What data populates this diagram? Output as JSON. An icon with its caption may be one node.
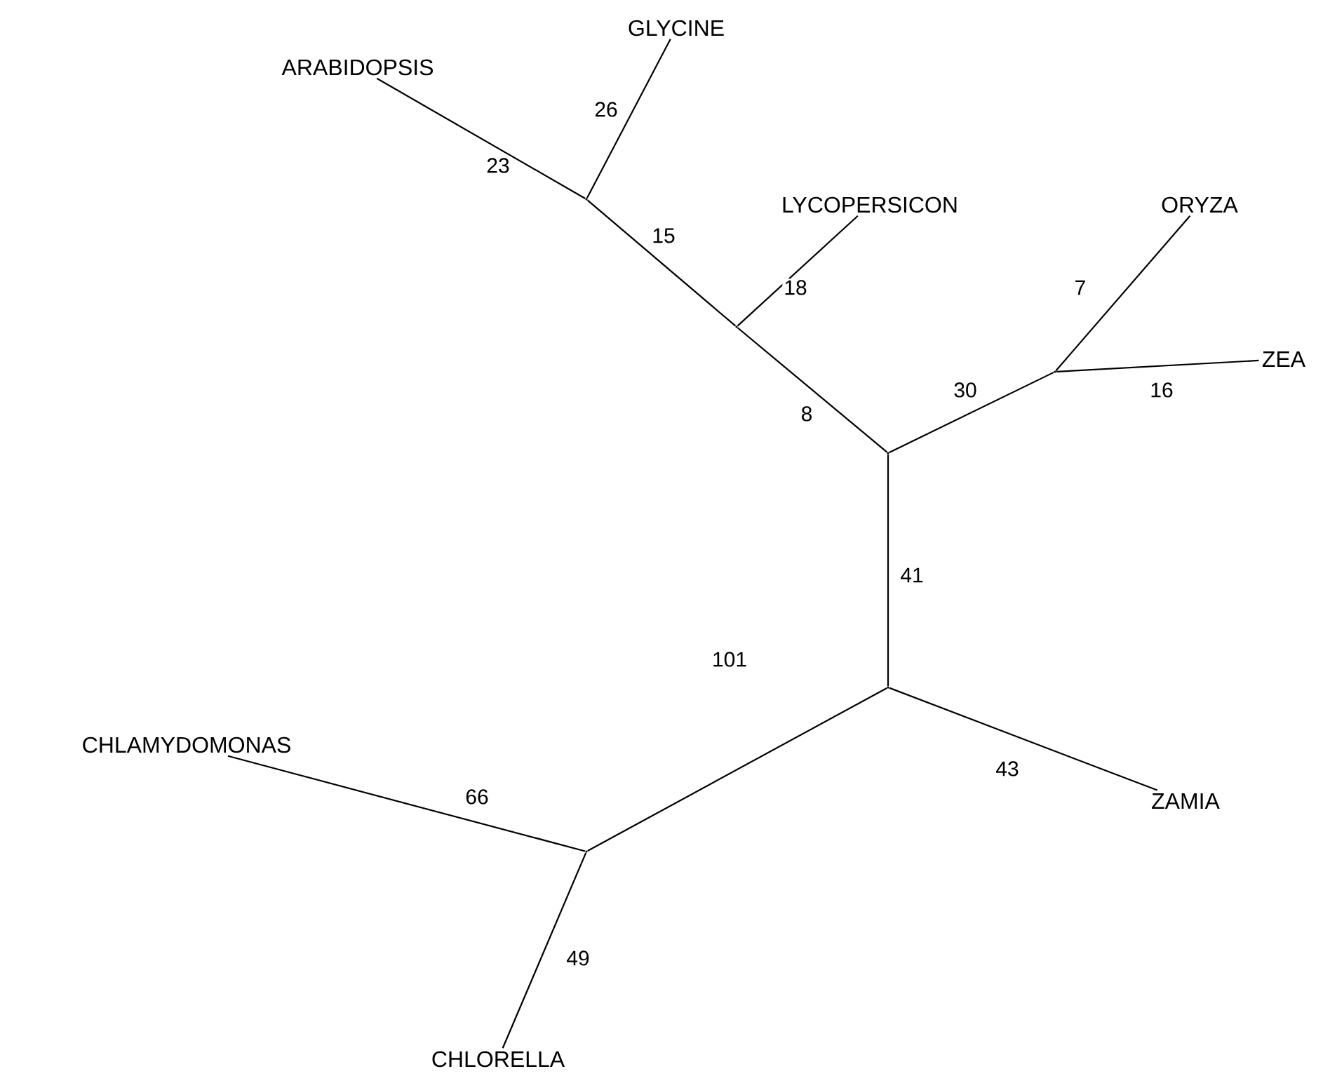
{
  "diagram": {
    "nodes": [
      {
        "text": [
          "GLYCINE"
        ]
      },
      {
        "text": [
          "ARABIDOPSIS"
        ]
      },
      {
        "text": [
          "LYCOPERSICON"
        ]
      },
      {
        "text": [
          "ORYZA"
        ]
      },
      {
        "text": [
          "ZEA"
        ]
      },
      {
        "text": [
          "CHLAMYDOMONAS"
        ]
      },
      {
        "text": [
          "ZAMIA"
        ]
      },
      {
        "text": [
          "CHLORELLA"
        ]
      },
      {
        "text": [],
        "shape": "point"
      },
      {
        "text": [],
        "shape": "point"
      },
      {
        "text": [],
        "shape": "point"
      },
      {
        "text": [],
        "shape": "point"
      },
      {
        "text": [],
        "shape": "point"
      },
      {
        "text": [],
        "shape": "point"
      }
    ],
    "edges": [
      {
        "from": 1,
        "to": 8,
        "arrow": "none",
        "label": "23"
      },
      {
        "from": 0,
        "to": 8,
        "arrow": "none",
        "label": "26"
      },
      {
        "from": 8,
        "to": 9,
        "arrow": "none",
        "label": "15"
      },
      {
        "from": 2,
        "to": 9,
        "arrow": "none",
        "label": "18"
      },
      {
        "from": 9,
        "to": 11,
        "arrow": "none",
        "label": "8"
      },
      {
        "from": 11,
        "to": 10,
        "arrow": "none",
        "label": "30"
      },
      {
        "from": 3,
        "to": 10,
        "arrow": "none",
        "label": "7"
      },
      {
        "from": 4,
        "to": 10,
        "arrow": "none",
        "label": "16"
      },
      {
        "from": 11,
        "to": 12,
        "arrow": "none",
        "label": "41"
      },
      {
        "from": 12,
        "to": 6,
        "arrow": "none",
        "label": "43"
      },
      {
        "from": 12,
        "to": 13,
        "arrow": "none",
        "label": "101"
      },
      {
        "from": 5,
        "to": 13,
        "arrow": "none",
        "label": "66"
      },
      {
        "from": 13,
        "to": 7,
        "arrow": "none",
        "label": "49"
      }
    ]
  }
}
